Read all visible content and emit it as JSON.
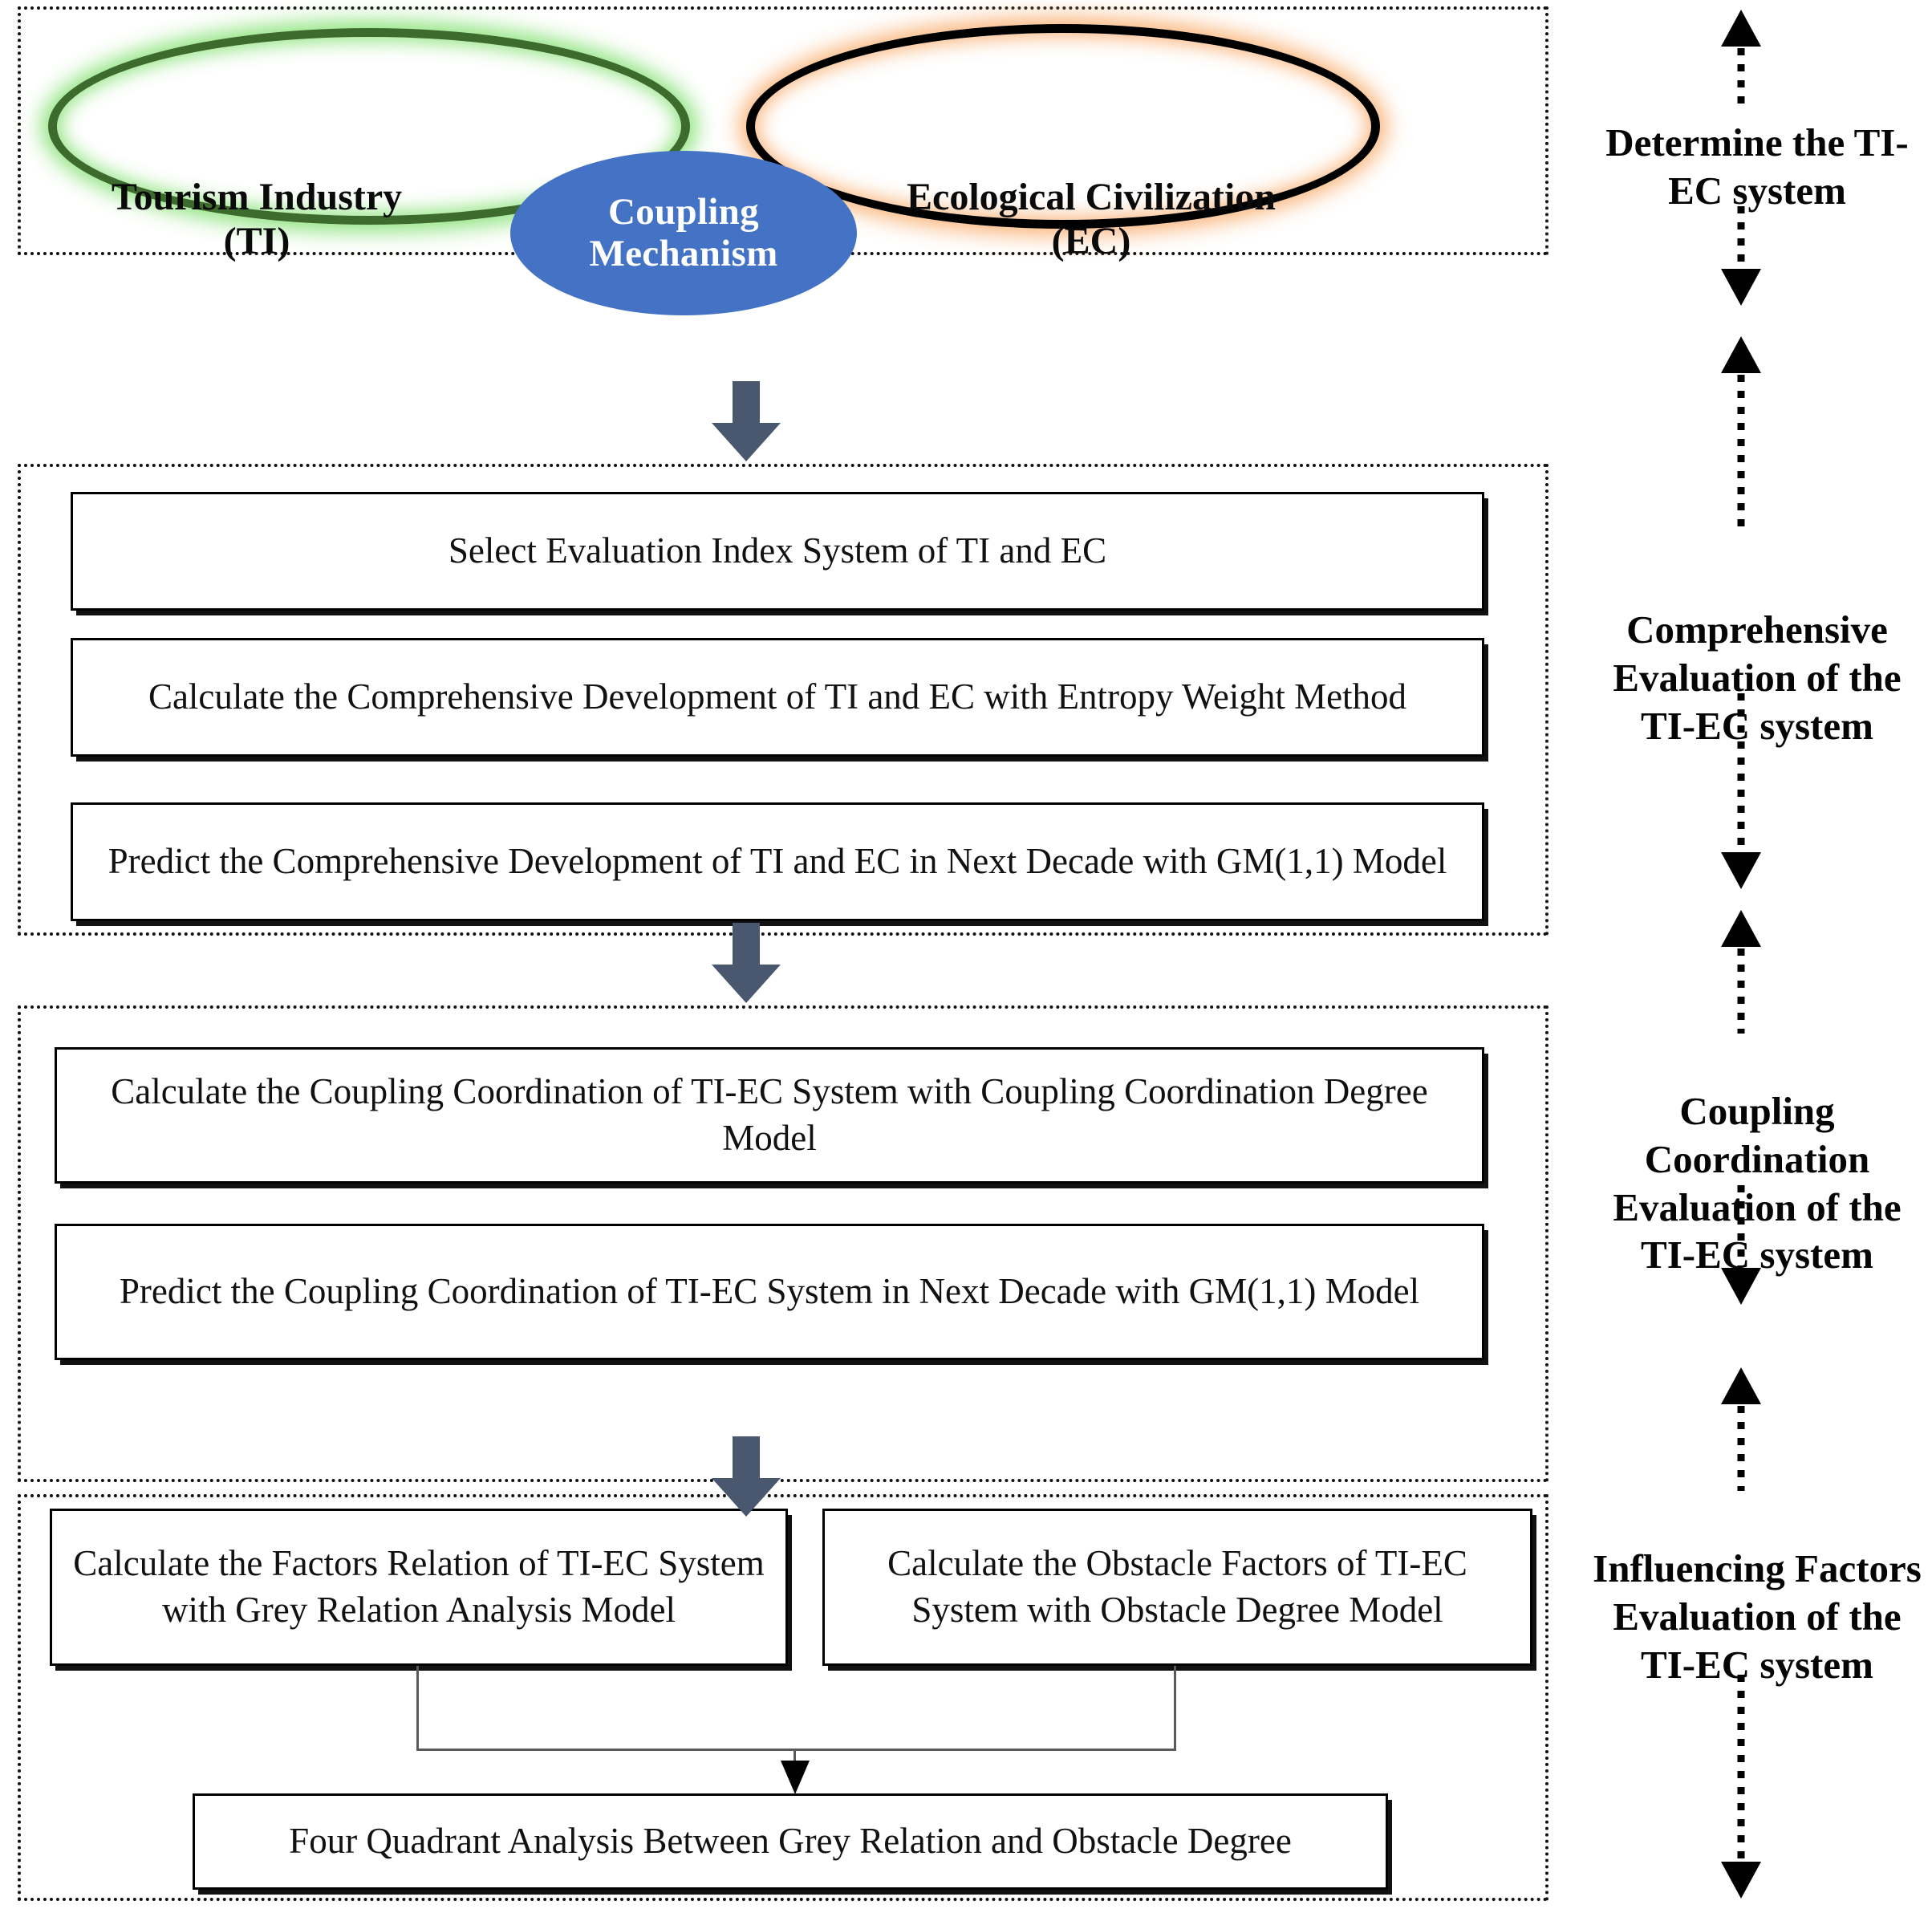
{
  "figure": {
    "title": "Research Framework of TI-EC Coupling Coordination",
    "accent_arrow_color": "#4a586f",
    "ellipse_colors": {
      "tourism_outline": "#3d6b2e",
      "tourism_glow": "#87e276",
      "ecology_outline": "#000000",
      "ecology_glow": "#fab276",
      "coupling_fill": "#4472c4"
    }
  },
  "venn": {
    "left_label": "Tourism Industry\n(TI)",
    "left_label_line1": "Tourism Industry",
    "left_label_line2": "(TI)",
    "center_label_line1": "Coupling",
    "center_label_line2": "Mechanism",
    "right_label_line1": "Ecological Civilization",
    "right_label_line2": "(EC)"
  },
  "sections": {
    "section2_boxes": [
      "Select Evaluation Index System of TI and EC",
      "Calculate the Comprehensive Development of TI and EC with Entropy Weight Method",
      "Predict the Comprehensive Development of TI and EC in Next Decade with GM(1,1) Model"
    ],
    "section3_boxes": [
      "Calculate the Coupling Coordination of TI-EC System with Coupling Coordination Degree Model",
      "Predict the Coupling Coordination of TI-EC System  in Next Decade with GM(1,1) Model"
    ],
    "section4_boxes": [
      "Calculate  the Factors Relation of TI-EC System with Grey Relation Analysis Model",
      "Calculate the Obstacle Factors of TI-EC System with Obstacle Degree Model"
    ],
    "section4_result": "Four Quadrant Analysis Between Grey Relation and Obstacle Degree"
  },
  "stages": [
    {
      "id": "stage-1",
      "label": "Determine the TI-EC system"
    },
    {
      "id": "stage-2",
      "label": "Comprehensive Evaluation of the TI-EC system"
    },
    {
      "id": "stage-3",
      "label": "Coupling Coordination Evaluation of the TI-EC system"
    },
    {
      "id": "stage-4",
      "label": "Influencing Factors Evaluation of the TI-EC system"
    }
  ]
}
